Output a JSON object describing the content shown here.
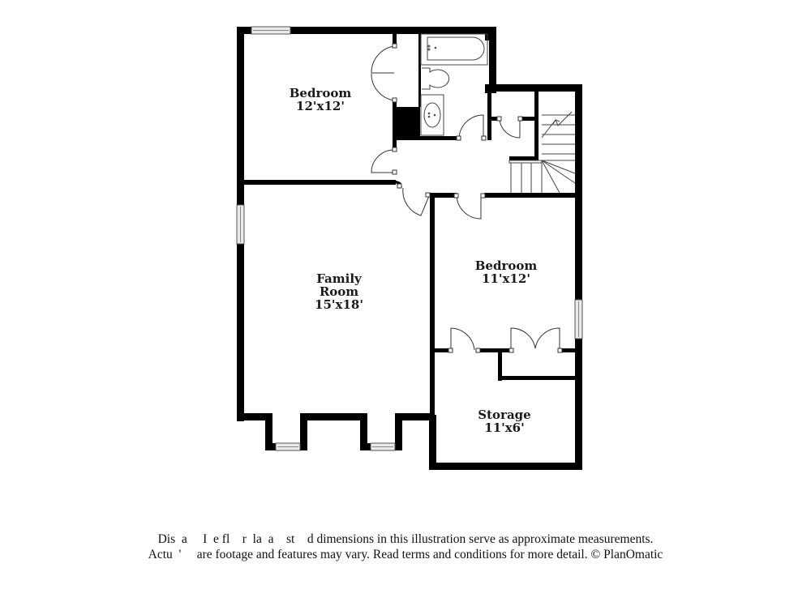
{
  "floor_plan": {
    "rooms": [
      {
        "id": "bedroom-1",
        "name": "Bedroom",
        "dimensions": "12'x12'"
      },
      {
        "id": "family-room",
        "name_line1": "Family",
        "name_line2": "Room",
        "dimensions": "15'x18'"
      },
      {
        "id": "bedroom-2",
        "name": "Bedroom",
        "dimensions": "11'x12'"
      },
      {
        "id": "storage",
        "name": "Storage",
        "dimensions": "11'x6'"
      }
    ],
    "fixtures": [
      "bathtub-icon",
      "toilet-icon",
      "sink-icon",
      "stairs-icon",
      "window-icon",
      "door-icon"
    ],
    "colors": {
      "wall": "#000000",
      "background": "#ffffff",
      "text": "#1a1a1a",
      "window_fill": "#e6e6e6"
    }
  },
  "disclaimer": {
    "line1": "Dis  a     I  e fl    r  la  a    st    d dimensions in this illustration serve as approximate measurements.",
    "line2": "Actu  '     are footage and features may vary. Read terms and conditions for more detail. © PlanOmatic"
  }
}
